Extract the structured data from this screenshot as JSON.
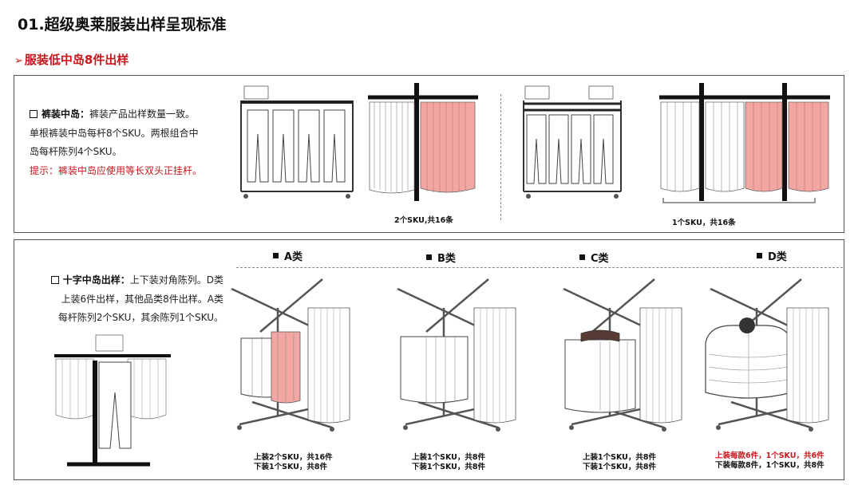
{
  "page": {
    "title": "01.超级奥莱服装出样呈现标准",
    "section_arrow": "➢",
    "section_title": "服装低中岛8件出样"
  },
  "top_panel": {
    "lead": "裤装中岛：",
    "line1": "裤装产品出样数量一致。",
    "line2": "单根裤装中岛每杆8个SKU。两根组合中",
    "line3": "岛每杆陈列4个SKU。",
    "note": "提示：裤装中岛应使用等长双头正挂杆。",
    "caption_left": "2个SKU,共16条",
    "caption_right": "1个SKU，共16条"
  },
  "bottom_panel": {
    "lead": "十字中岛出样：",
    "line1": "上下装对角陈列。D类",
    "line2": "上装6件出样，其他品类8件出样。A类",
    "line3": "每杆陈列2个SKU，其余陈列1个SKU。",
    "categories": [
      {
        "label": "A类",
        "line1": "上装2个SKU，共16件",
        "line2": "下装1个SKU，共8件"
      },
      {
        "label": "B类",
        "line1": "上装1个SKU，共8件",
        "line2": "下装1个SKU，共8件"
      },
      {
        "label": "C类",
        "line1": "上装1个SKU，共8件",
        "line2": "下装1个SKU，共8件"
      },
      {
        "label": "D类",
        "line1": "上装每款6件，1个SKU，共6件",
        "line2": "下装每款8件，1个SKU，共8件"
      }
    ]
  },
  "colors": {
    "accent_red": "#c8161d",
    "highlight_pink": "#f2a7a3"
  }
}
